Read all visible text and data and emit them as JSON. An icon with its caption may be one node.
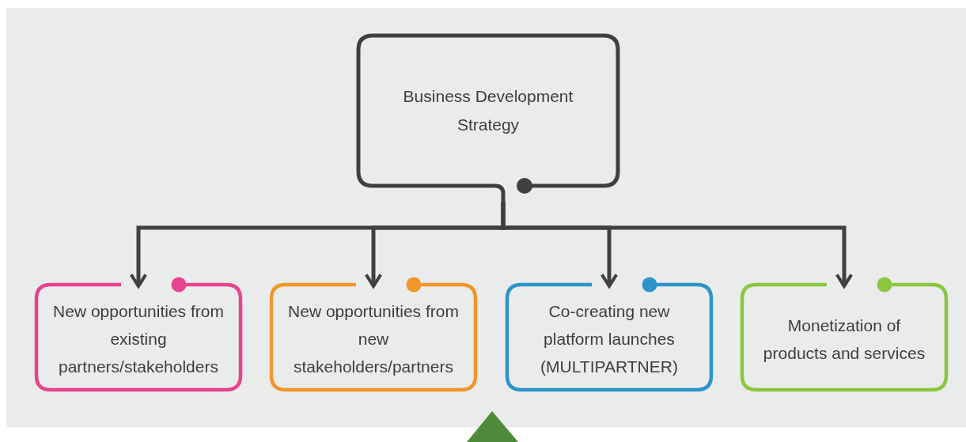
{
  "diagram": {
    "nodes": [
      {
        "text": [
          "Business Development Strategy"
        ]
      },
      {
        "text": [
          "New opportunities from existing partners/stakeholders"
        ]
      },
      {
        "text": [
          "New opportunities from new stakeholders/partners"
        ]
      },
      {
        "text": [
          "Co-creating new platform launches (MULTIPARTNER)"
        ]
      },
      {
        "text": [
          "Monetization of products and services"
        ]
      }
    ],
    "edges": [
      {
        "from": 0,
        "to": 1,
        "arrow": "to"
      },
      {
        "from": 0,
        "to": 2,
        "arrow": "to"
      },
      {
        "from": 0,
        "to": 3,
        "arrow": "to"
      },
      {
        "from": 0,
        "to": 4,
        "arrow": "to"
      }
    ]
  }
}
